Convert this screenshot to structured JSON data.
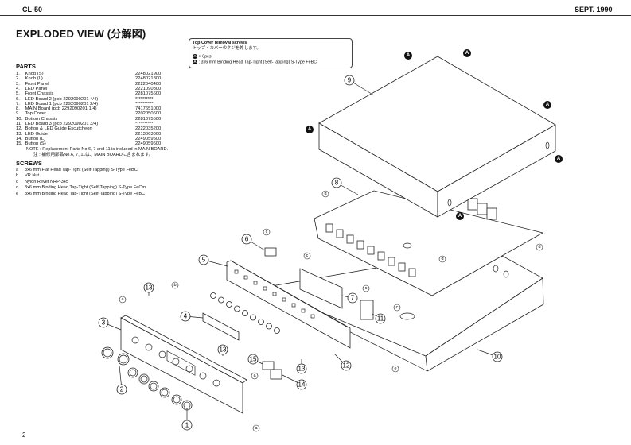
{
  "header": {
    "model": "CL-50",
    "date": "SEPT. 1990",
    "page_number": "2"
  },
  "title": "EXPLODED VIEW (分解図)",
  "parts": {
    "heading": "PARTS",
    "items": [
      {
        "no": "1.",
        "name": "Knob (S)",
        "part_no": "2248021900"
      },
      {
        "no": "2.",
        "name": "Knob (L)",
        "part_no": "2248021800"
      },
      {
        "no": "3.",
        "name": "Front Panel",
        "part_no": "2222040400"
      },
      {
        "no": "4.",
        "name": "LED Panel",
        "part_no": "2221090800"
      },
      {
        "no": "5.",
        "name": "Front Chassis",
        "part_no": "2281075600"
      },
      {
        "no": "6.",
        "name": "LED Board 2 (pcb 2292090201 4/4)",
        "part_no": "**********"
      },
      {
        "no": "7.",
        "name": "LED Board 1 (pcb 2292090201 2/4)",
        "part_no": "**********"
      },
      {
        "no": "8.",
        "name": "MAIN Board (pcb 2292090201 1/4)",
        "part_no": "7417651000"
      },
      {
        "no": "9.",
        "name": "Top Cover",
        "part_no": "2202050600"
      },
      {
        "no": "10.",
        "name": "Bottom Chassis",
        "part_no": "2281075500"
      },
      {
        "no": "11.",
        "name": "LED Board 3 (pcb 2292090201 3/4)",
        "part_no": "**********"
      },
      {
        "no": "12.",
        "name": "Botton & LED Guide Escutcheon",
        "part_no": "2222035200"
      },
      {
        "no": "13.",
        "name": "LED Guide",
        "part_no": "2213063000"
      },
      {
        "no": "14.",
        "name": "Button (L)",
        "part_no": "2249059500"
      },
      {
        "no": "15.",
        "name": "Button (S)",
        "part_no": "2249059600"
      }
    ],
    "note_en": "NOTE : Replacement Parts No.6, 7 and 11 is included in MAIN BOARD.",
    "note_jp": "注 : 補修用部品No.6, 7, 11は、MAIN BOARDに含まれます。"
  },
  "screws": {
    "heading": "SCREWS",
    "items": [
      {
        "letter": "a",
        "desc": "3x6 mm Flat Head Tap-Tight (Self-Tapping) S-Type FeBC"
      },
      {
        "letter": "b",
        "desc": "VR Nut"
      },
      {
        "letter": "c",
        "desc": "Nylon Revet NRP-345"
      },
      {
        "letter": "d",
        "desc": "3x6 mm Binding Head Tap-Tight (Self-Tapping) S-Type FeCm"
      },
      {
        "letter": "e",
        "desc": "3x6 mm Binding Head Tap-Tight (Self-Tapping) S-Type FeBC"
      }
    ]
  },
  "top_cover_box": {
    "title": "Top Cover removal screws",
    "title_jp": "トップ・カバーのネジを外します。",
    "mark": "A",
    "qty": "× 6pcs",
    "desc": ": 3x6 mm Binding Head Tap-Tight (Self-Tapping) S-Type FeBC"
  },
  "diagram": {
    "part_callouts": [
      "1",
      "2",
      "3",
      "4",
      "5",
      "6",
      "7",
      "8",
      "9",
      "10",
      "11",
      "12",
      "13",
      "14",
      "15"
    ],
    "screw_letters": [
      "a",
      "b",
      "c",
      "d",
      "e"
    ],
    "cover_screw_mark": "A"
  }
}
